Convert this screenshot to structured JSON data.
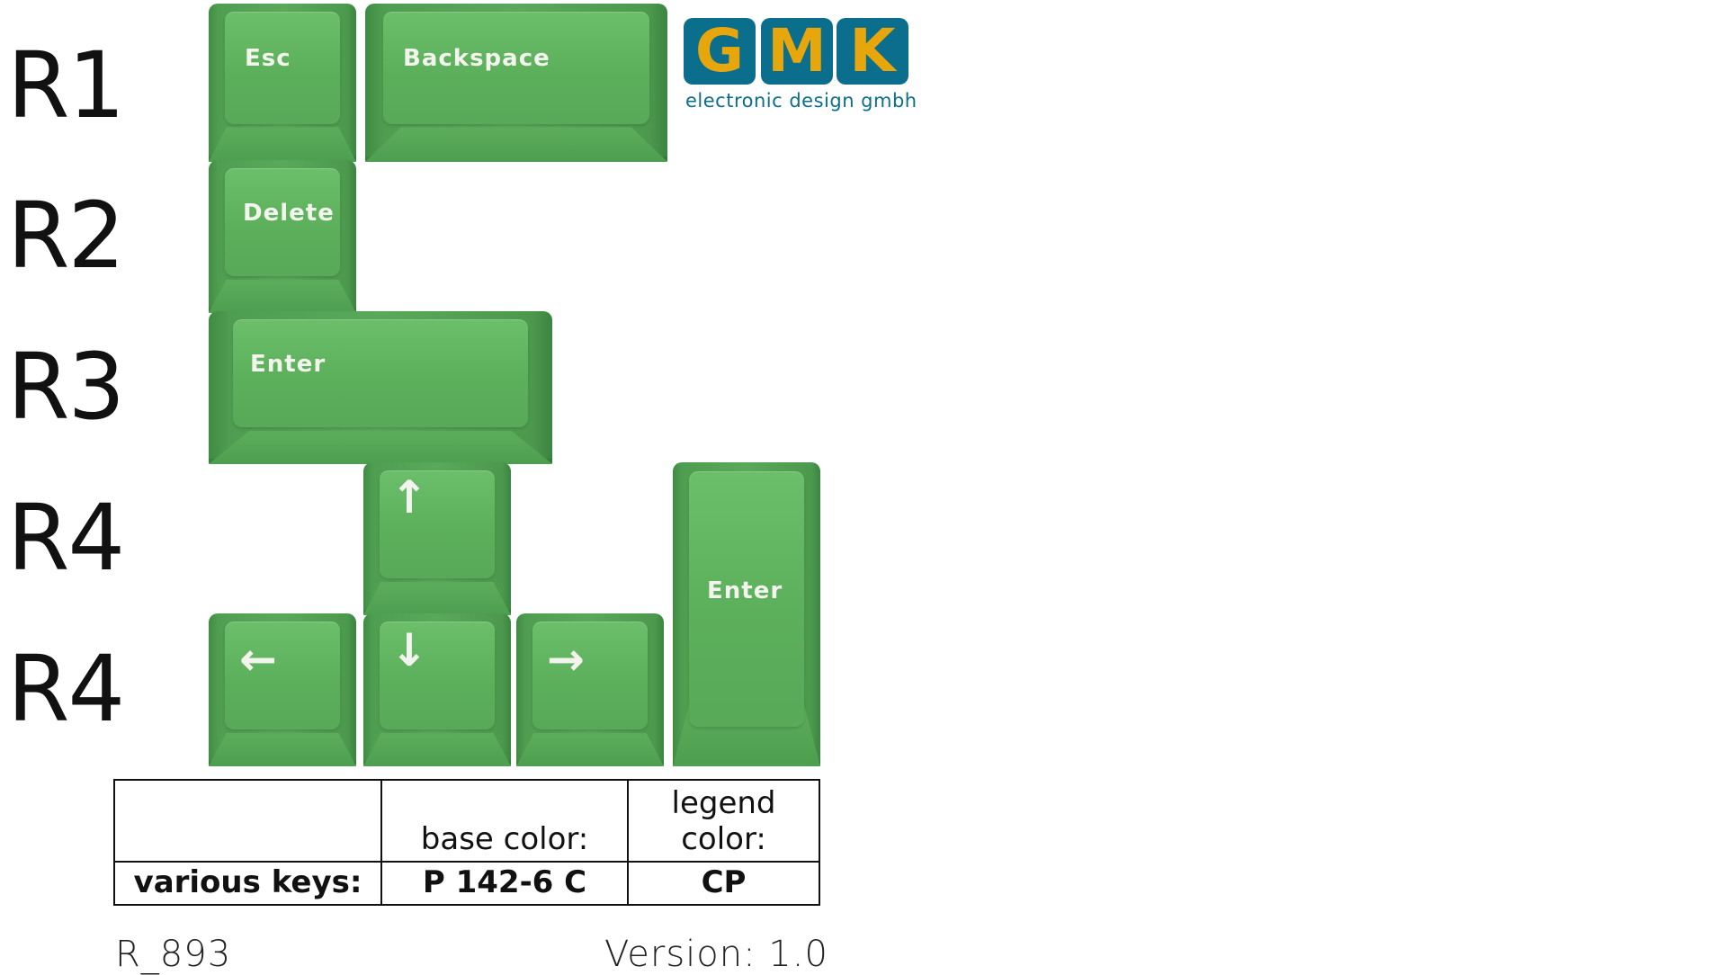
{
  "row_labels": [
    "R1",
    "R2",
    "R3",
    "R4",
    "R4"
  ],
  "keys": {
    "esc": "Esc",
    "backspace": "Backspace",
    "delete": "Delete",
    "enter_wide": "Enter",
    "arrow_up": "↑",
    "arrow_left": "←",
    "arrow_down": "↓",
    "arrow_right": "→",
    "enter_tall": "Enter"
  },
  "logo": {
    "letters": [
      "G",
      "M",
      "K"
    ],
    "tagline": "electronic design gmbh"
  },
  "spec_table": {
    "header": [
      "",
      "base color:",
      "legend color:"
    ],
    "row": [
      "various keys:",
      "P 142-6 C",
      "CP"
    ]
  },
  "footer": {
    "code": "R_893",
    "version": "Version: 1.0"
  },
  "colors": {
    "keycap_base": "#5aa85a",
    "legend": "#f4f4ee",
    "logo_bg": "#0a6e8c",
    "logo_letters": "#e6a60c"
  }
}
